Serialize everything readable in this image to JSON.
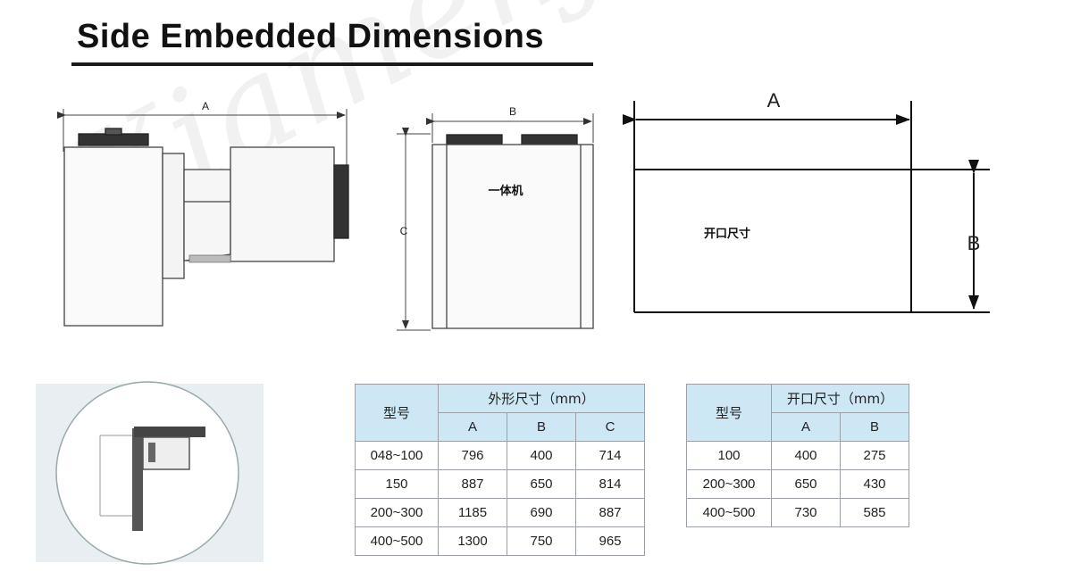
{
  "title": "Side Embedded Dimensions",
  "watermark": "Xiamenjialiang",
  "drawing_labels": {
    "side_view_a": "A",
    "front_view_b": "B",
    "front_view_c": "C",
    "unit_label": "一体机",
    "opening_a": "A",
    "opening_b": "B",
    "opening_label": "开口尺寸"
  },
  "outer_table": {
    "model_header": "型号",
    "group_header": "外形尺寸（mm）",
    "columns": [
      "A",
      "B",
      "C"
    ],
    "rows": [
      {
        "model": "048~100",
        "a": "796",
        "b": "400",
        "c": "714"
      },
      {
        "model": "150",
        "a": "887",
        "b": "650",
        "c": "814"
      },
      {
        "model": "200~300",
        "a": "1185",
        "b": "690",
        "c": "887"
      },
      {
        "model": "400~500",
        "a": "1300",
        "b": "750",
        "c": "965"
      }
    ]
  },
  "opening_table": {
    "model_header": "型号",
    "group_header": "开口尺寸（mm）",
    "columns": [
      "A",
      "B"
    ],
    "rows": [
      {
        "model": "100",
        "a": "400",
        "b": "275"
      },
      {
        "model": "200~300",
        "a": "650",
        "b": "430"
      },
      {
        "model": "400~500",
        "a": "730",
        "b": "585"
      }
    ]
  }
}
